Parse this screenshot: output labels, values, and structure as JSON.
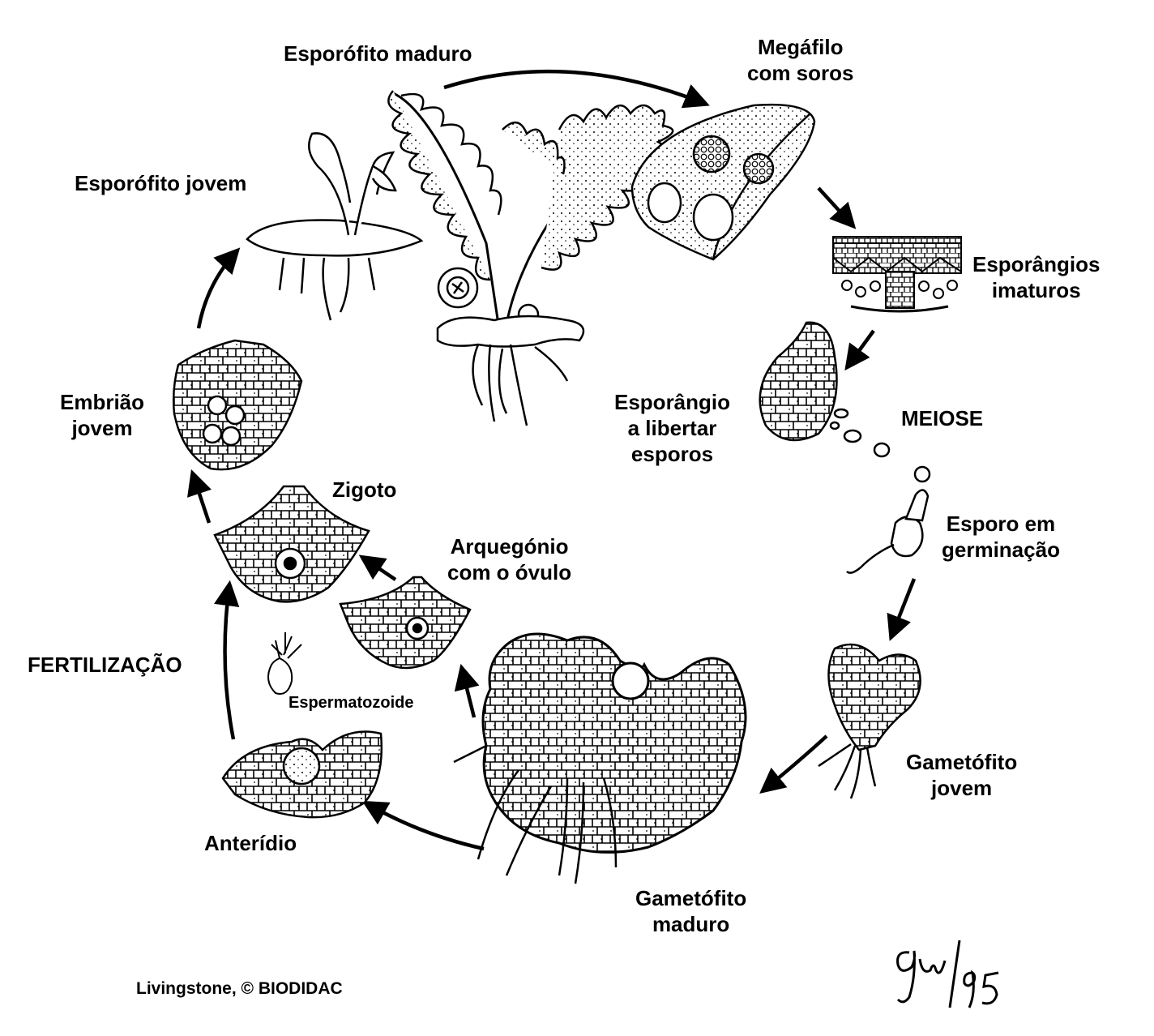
{
  "labels": {
    "mature_sporophyte": "Esporófito maduro",
    "megaphyll_line1": "Megáfilo",
    "megaphyll_line2": "com soros",
    "immature_sporangia_line1": "Esporângios",
    "immature_sporangia_line2": "imaturos",
    "sporangium_release_line1": "Esporângio",
    "sporangium_release_line2": "a libertar",
    "sporangium_release_line3": "esporos",
    "meiosis": "MEIOSE",
    "germinating_spore_line1": "Esporo em",
    "germinating_spore_line2": "germinação",
    "young_gametophyte_line1": "Gametófito",
    "young_gametophyte_line2": "jovem",
    "mature_gametophyte_line1": "Gametófito",
    "mature_gametophyte_line2": "maduro",
    "antheridium": "Anterídio",
    "sperm": "Espermatozoide",
    "archegonium_line1": "Arquegónio",
    "archegonium_line2": "com o óvulo",
    "zygote": "Zigoto",
    "fertilization": "FERTILIZAÇÃO",
    "young_embryo_line1": "Embrião",
    "young_embryo_line2": "jovem",
    "young_sporophyte": "Esporófito jovem"
  },
  "credit": "Livingstone, © BIODIDAC",
  "signature_text": "gw/95",
  "colors": {
    "ink": "#000000",
    "background": "#ffffff"
  }
}
